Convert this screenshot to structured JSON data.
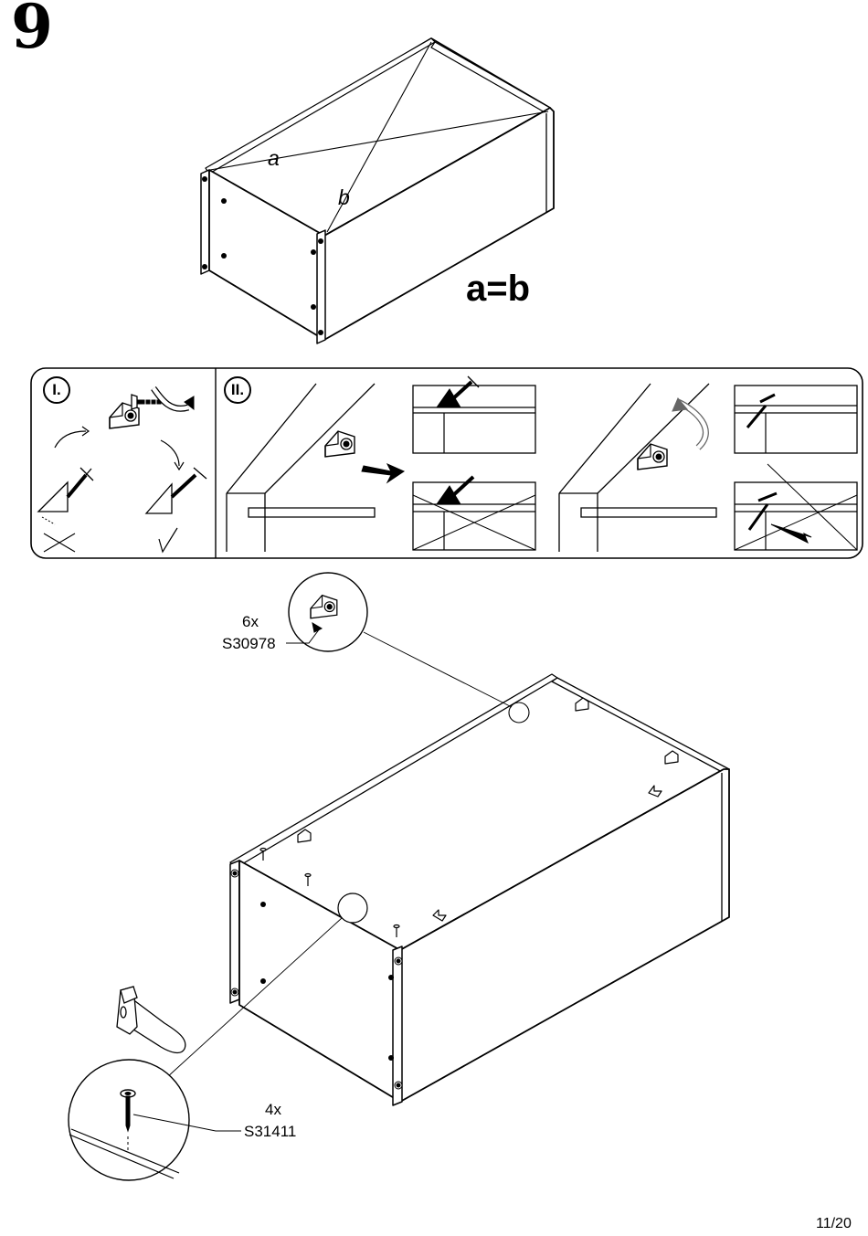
{
  "step_number": "9",
  "diagonal_check": {
    "label_a": "a",
    "label_b": "b",
    "equation": "a=b"
  },
  "instruction_panel": {
    "step_one_label": "I.",
    "step_two_label": "II."
  },
  "parts": [
    {
      "quantity": "6x",
      "code": "S30978",
      "icon": "corner-bracket-icon"
    },
    {
      "quantity": "4x",
      "code": "S31411",
      "icon": "nail-icon"
    }
  ],
  "tool": {
    "icon": "hammer-icon"
  },
  "page_number": "11/20"
}
